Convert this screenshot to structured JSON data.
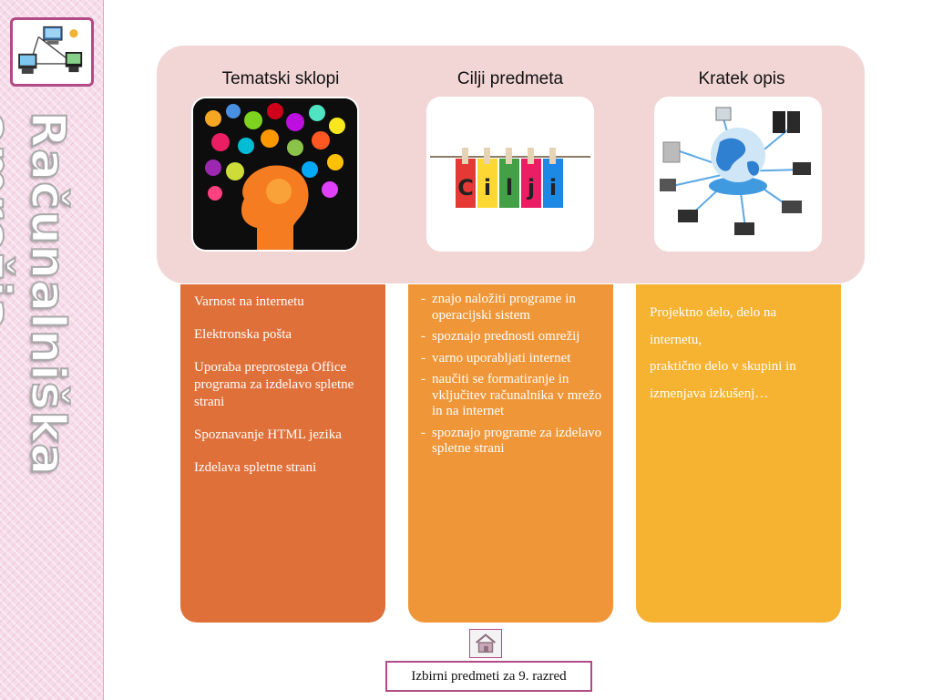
{
  "sidebar": {
    "title": "Računalniška omrežja"
  },
  "columns": [
    {
      "heading": "Tematski sklopi"
    },
    {
      "heading": "Cilji predmeta"
    },
    {
      "heading": "Kratek opis"
    }
  ],
  "image_text": {
    "cilji_letters": [
      "C",
      "i",
      "l",
      "j",
      "i"
    ]
  },
  "card1": {
    "items": [
      "Varnost na internetu",
      "Elektronska pošta",
      "Uporaba preprostega Office programa za izdelavo spletne strani",
      "Spoznavanje HTML jezika",
      "Izdelava spletne strani"
    ]
  },
  "card2": {
    "items": [
      {
        "dash": "-",
        "text": "znajo naložiti programe in operacijski sistem"
      },
      {
        "dash": "-",
        "text": "spoznajo prednosti omrežij"
      },
      {
        "dash": "-",
        "text": "varno uporabljati internet"
      },
      {
        "dash": "-",
        "text": "naučiti se formatiranje in vključitev računalnika v mrežo in na internet"
      },
      {
        "dash": "-",
        "text": "spoznajo programe za izdelavo spletne strani"
      }
    ]
  },
  "card3": {
    "lines": [
      "Projektno delo, delo na",
      "internetu,",
      "praktično delo v skupini in",
      "izmenjava izkušenj…"
    ]
  },
  "footer": {
    "label": "Izbirni predmeti za 9. razred"
  },
  "colors": {
    "card1": "#e0703a",
    "card2": "#ef9638",
    "card3": "#f6b231",
    "panel": "#f2d6d6",
    "accent": "#b14a86"
  }
}
